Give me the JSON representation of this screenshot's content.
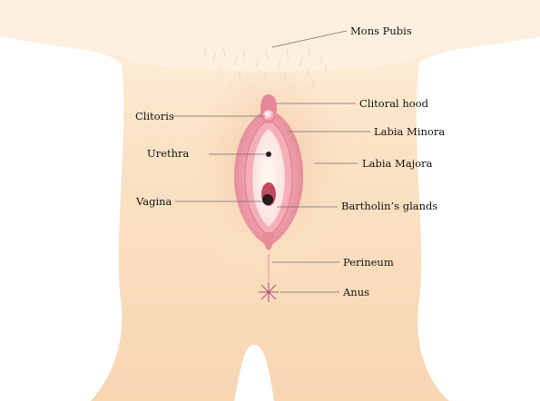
{
  "diagram": {
    "labels": {
      "mons_pubis": "Mons Pubis",
      "clitoral_hood": "Clitoral hood",
      "clitoris": "Clitoris",
      "labia_minora": "Labia Minora",
      "urethra": "Urethra",
      "labia_majora": "Labia Majora",
      "vagina": "Vagina",
      "bartholins_glands": "Bartholin’s glands",
      "perineum": "Perineum",
      "anus": "Anus"
    },
    "colors": {
      "skin": "#fbe3c6",
      "skin_shadow": "#f3cfa8",
      "outer_pink": "#e88a97",
      "inner_pink": "#f4b8bf",
      "vestibule": "#fde9e4",
      "opening": "#2b1a1e",
      "anus_star": "#b0507a"
    }
  }
}
